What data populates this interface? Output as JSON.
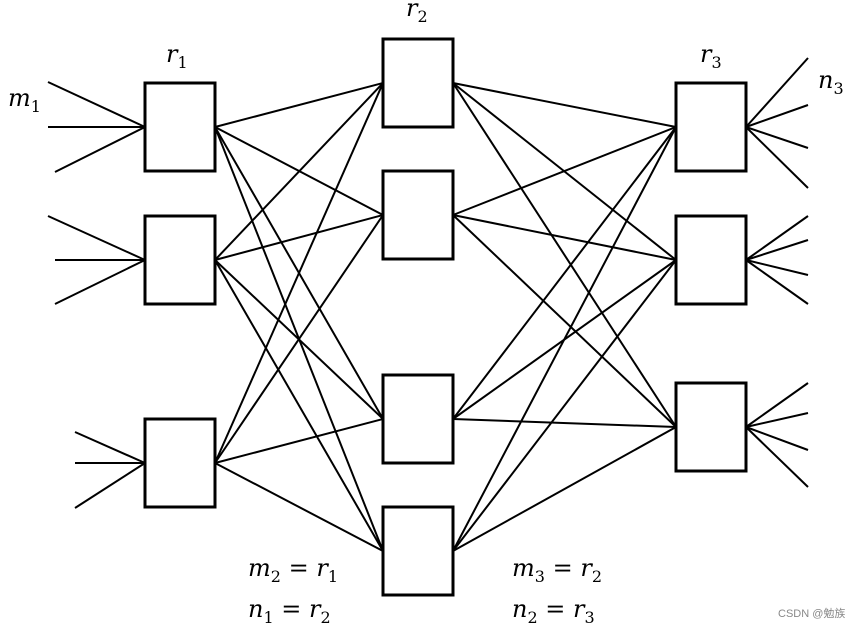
{
  "diagram": {
    "labels": {
      "m1": {
        "main": "m",
        "sub": "1"
      },
      "r1": {
        "main": "r",
        "sub": "1"
      },
      "r2": {
        "main": "r",
        "sub": "2"
      },
      "r3": {
        "main": "r",
        "sub": "3"
      },
      "n3": {
        "main": "n",
        "sub": "3"
      }
    },
    "equations": {
      "eq1": {
        "lhs": "m",
        "lhs_sub": "2",
        "op": " = ",
        "rhs": "r",
        "rhs_sub": "1"
      },
      "eq2": {
        "lhs": "n",
        "lhs_sub": "1",
        "op": " = ",
        "rhs": "r",
        "rhs_sub": "2"
      },
      "eq3": {
        "lhs": "m",
        "lhs_sub": "3",
        "op": " = ",
        "rhs": "r",
        "rhs_sub": "2"
      },
      "eq4": {
        "lhs": "n",
        "lhs_sub": "2",
        "op": " = ",
        "rhs": "r",
        "rhs_sub": "3"
      }
    },
    "watermark": "CSDN @勉族"
  }
}
